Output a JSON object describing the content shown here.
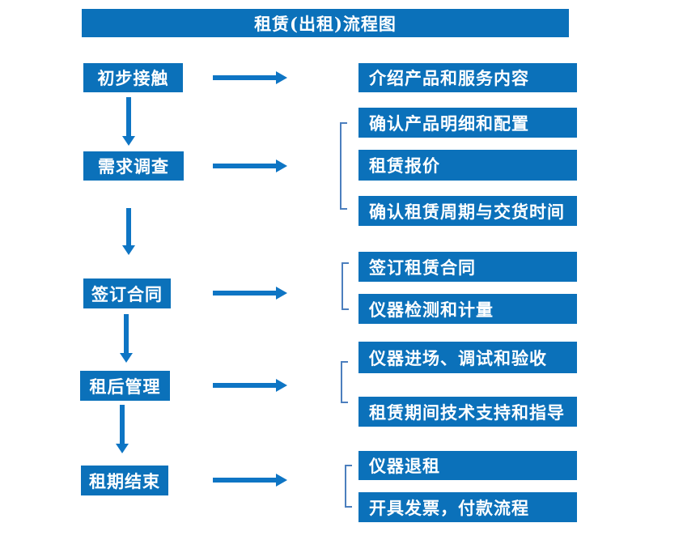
{
  "title": "租赁(出租)流程图",
  "colors": {
    "box_blue": "#0b71ba",
    "arrow_blue": "#0e75c4",
    "bracket_blue": "#4c7fbe",
    "text_white": "#ffffff"
  },
  "flow": {
    "stages": [
      {
        "label": "初步接触",
        "details": [
          "介绍产品和服务内容"
        ]
      },
      {
        "label": "需求调查",
        "details": [
          "确认产品明细和配置",
          "租赁报价",
          "确认租赁周期与交货时间"
        ]
      },
      {
        "label": "签订合同",
        "details": [
          "签订租赁合同",
          "仪器检测和计量"
        ]
      },
      {
        "label": "租后管理",
        "details": [
          "仪器进场、调试和验收",
          "租赁期间技术支持和指导"
        ]
      },
      {
        "label": "租期结束",
        "details": [
          "仪器退租",
          "开具发票，付款流程"
        ]
      }
    ]
  }
}
